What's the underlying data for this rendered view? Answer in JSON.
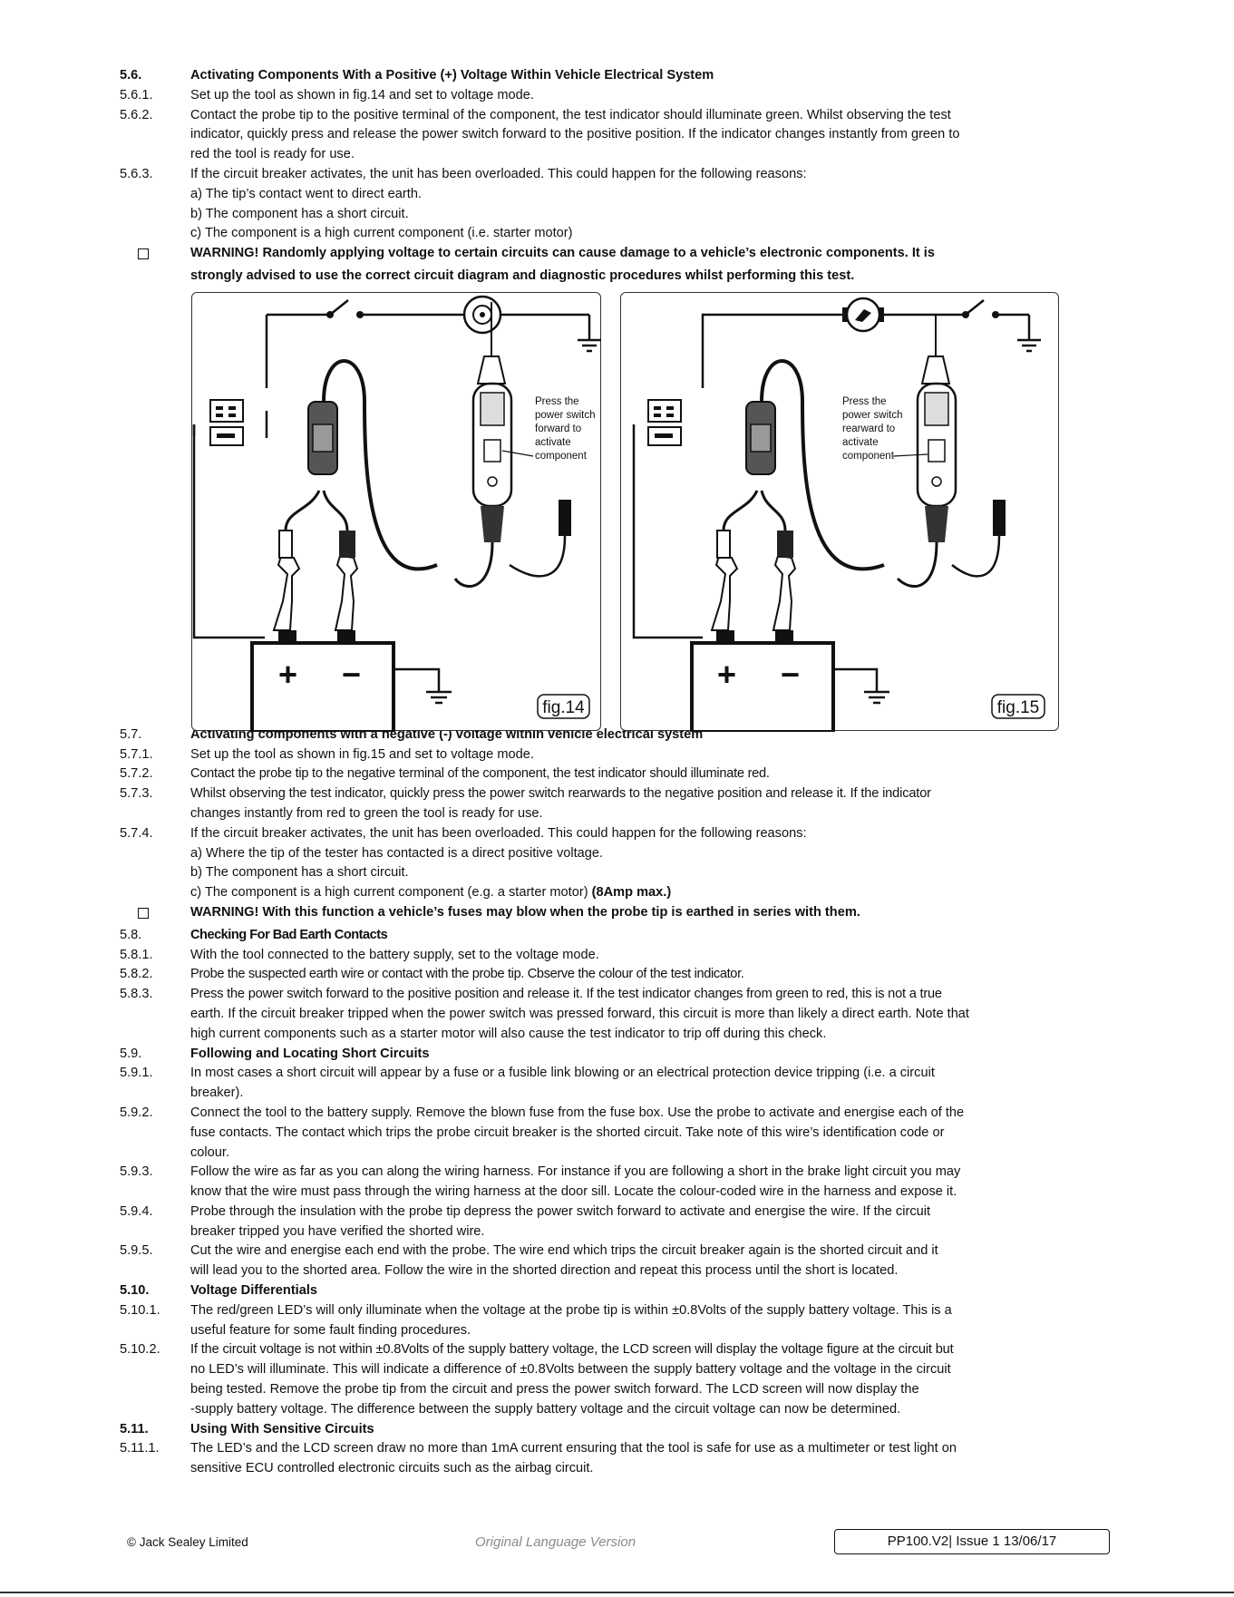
{
  "sections": {
    "s56": {
      "num": "5.6.",
      "text": "Activating Components With a Positive (+) Voltage Within Vehicle Electrical System"
    },
    "s561": {
      "num": "5.6.1.",
      "text": "Set up the tool as shown in fig.14 and set to voltage mode."
    },
    "s562": {
      "num": "5.6.2.",
      "lines": [
        "Contact the probe tip to the positive terminal of the component, the test indicator should illuminate green. Whilst observing the test",
        "indicator, quickly press and release the power switch forward to the positive position. If the indicator changes instantly from green to",
        "red the tool is ready for use."
      ]
    },
    "s563": {
      "num": "5.6.3.",
      "lines": [
        "If the circuit breaker activates, the unit has been overloaded. This could happen for the following reasons:",
        "a) The tip’s contact went to direct earth.",
        "b) The component has a short circuit.",
        "c) The component is a high current component (i.e. starter motor)"
      ]
    },
    "w1": {
      "lines": [
        "WARNING! Randomly applying voltage to certain circuits can cause damage to a vehicle’s electronic components. It is",
        "strongly advised to use the correct circuit diagram and diagnostic procedures whilst performing this test."
      ]
    },
    "s57": {
      "num": "5.7.",
      "text": "Activating components with a negative (-) voltage within vehicle electrical system"
    },
    "s571": {
      "num": "5.7.1.",
      "text": "Set up the tool as shown in fig.15 and set to voltage mode."
    },
    "s572": {
      "num": "5.7.2.",
      "text": "Contact the probe tip to the negative terminal of the component, the test indicator should illuminate red."
    },
    "s573": {
      "num": "5.7.3.",
      "lines": [
        "Whilst observing the test indicator, quickly press the power switch rearwards to the negative position and release it. If the indicator",
        "changes instantly from red to green the tool is ready for use."
      ]
    },
    "s574": {
      "num": "5.7.4.",
      "lines": [
        "If the circuit breaker activates, the unit has been overloaded. This could happen for the following reasons:",
        "a) Where the tip of the tester has contacted is a direct positive voltage.",
        "b) The component has a short circuit."
      ],
      "last_plain": "c) The component is a high current component (e.g. a starter motor) ",
      "last_bold": "(8Amp max.)"
    },
    "w2": {
      "text": "WARNING!  With this function a vehicle’s fuses may blow when the probe tip is earthed in series with them."
    },
    "s58": {
      "num": "5.8.",
      "text": "Checking For Bad Earth Contacts"
    },
    "s581": {
      "num": "5.8.1.",
      "text": "With the tool connected to the battery supply, set to the voltage mode."
    },
    "s582": {
      "num": "5.8.2.",
      "text": "Probe the suspected earth wire or contact with the probe tip. Cbserve the colour of the test indicator."
    },
    "s583": {
      "num": "5.8.3.",
      "lines": [
        "Press the power switch forward to the positive position and release it. If the test indicator changes from green to red, this is not a true",
        "earth. If the circuit breaker tripped when the power switch was pressed forward, this circuit is more than likely a direct earth. Note that",
        "high current components such as a starter motor will also cause the test indicator to trip off during this check."
      ]
    },
    "s59": {
      "num": "5.9.",
      "text": "Following and Locating Short Circuits"
    },
    "s591": {
      "num": "5.9.1.",
      "lines": [
        "In most cases a short circuit will appear by a fuse or a fusible link blowing or an electrical protection device tripping (i.e. a circuit",
        "breaker)."
      ]
    },
    "s592": {
      "num": "5.9.2.",
      "lines": [
        "Connect the tool to the battery supply. Remove the blown fuse from the fuse box. Use the probe to activate and energise each of the",
        "fuse contacts. The contact which trips the probe circuit breaker is the shorted circuit. Take note of this wire’s identification code or",
        "colour."
      ]
    },
    "s593": {
      "num": "5.9.3.",
      "lines": [
        "Follow the wire as far as you can along the wiring harness. For instance if you are following a short in the brake light circuit you may",
        "know that the wire must pass through the wiring harness at the door sill. Locate the colour-coded wire in the harness and expose it."
      ]
    },
    "s594": {
      "num": "5.9.4.",
      "lines": [
        "Probe through the insulation with the probe tip depress the power switch forward to activate and energise the wire. If the circuit",
        "breaker tripped you have verified the shorted wire."
      ]
    },
    "s595": {
      "num": "5.9.5.",
      "lines": [
        "Cut the wire and energise each end with the probe. The wire end which trips the circuit breaker again is the shorted circuit and it",
        "will lead you to the shorted area. Follow the wire in the shorted direction and repeat this process until the short is located."
      ]
    },
    "s510": {
      "num": "5.10.",
      "text": "Voltage Differentials"
    },
    "s5101": {
      "num": "5.10.1.",
      "lines": [
        "The red/green LED’s will only illuminate when the voltage at the probe tip is within ±0.8Volts of the supply battery voltage. This is a",
        "useful feature for some fault finding procedures."
      ]
    },
    "s5102": {
      "num": "5.10.2.",
      "lines": [
        "If the circuit voltage is not within ±0.8Volts of the supply battery voltage, the LCD screen will display the voltage figure at the circuit but",
        "no LED’s will illuminate. This will indicate a difference of ±0.8Volts between the supply battery voltage and the voltage in the circuit",
        "being tested. Remove the probe tip from the circuit and press the power switch forward. The LCD screen will now display the",
        "-supply battery voltage. The difference between the supply battery voltage and the circuit voltage can now be determined."
      ]
    },
    "s511": {
      "num": "5.11.",
      "text": "Using With Sensitive Circuits"
    },
    "s5111": {
      "num": "5.11.1.",
      "lines": [
        "The LED’s and the LCD screen draw no more than 1mA current ensuring that the tool is safe for use as a multimeter or test light on",
        "sensitive ECU controlled electronic circuits such as the airbag circuit."
      ]
    }
  },
  "fig14": {
    "caption": "fig.14",
    "annotation": [
      "Press the",
      "power switch",
      "forward to",
      "activate",
      "component"
    ],
    "battery_plus": "+",
    "battery_minus": "−"
  },
  "fig15": {
    "caption": "fig.15",
    "annotation": [
      "Press the",
      "power switch",
      "rearward to",
      "activate",
      "component"
    ],
    "battery_plus": "+",
    "battery_minus": "−"
  },
  "footer": {
    "left": "© Jack Sealey Limited",
    "middle": "Original Language Version",
    "right": "PP100.V2| Issue 1 13/06/17"
  }
}
